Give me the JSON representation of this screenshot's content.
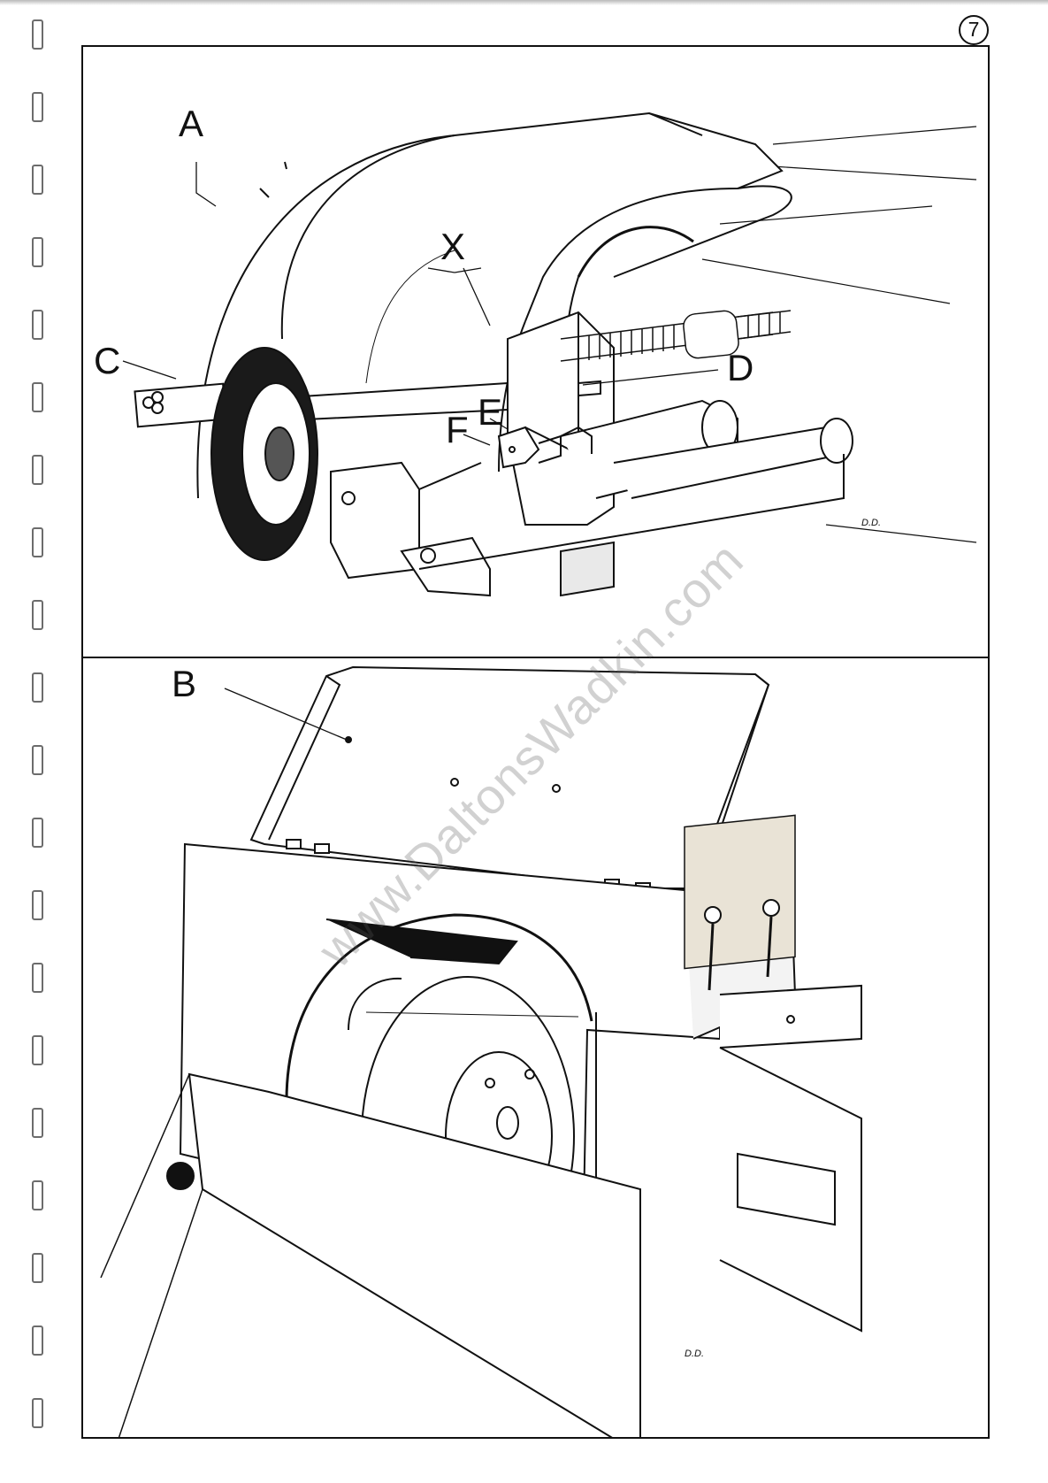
{
  "page": {
    "number": "7"
  },
  "figure_top": {
    "callouts": {
      "a": "A",
      "c": "C",
      "x": "X",
      "d": "D",
      "e": "E",
      "f": "F"
    },
    "artist_initials": "D.D."
  },
  "figure_bottom": {
    "callouts": {
      "b": "B"
    },
    "artist_initials": "D.D."
  },
  "watermark": "www.DaltonsWadkin.com",
  "binding": {
    "ring_count": 20
  }
}
